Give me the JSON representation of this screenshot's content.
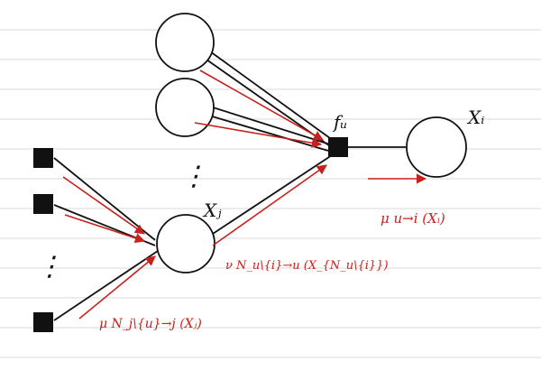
{
  "colors": {
    "background": "#ffffff",
    "ruled_lines": "#d9d9d9",
    "ink": "#111111",
    "message_arrows": "#c8201c"
  },
  "labels": {
    "factor_u": "fᵤ",
    "variable_i": "Xᵢ",
    "variable_j": "Xⱼ",
    "message_u_to_i": "μ u→i (Xᵢ)",
    "message_ne_u_to_u": "ν N_u\\{i}→u (X_{N_u\\{i}})",
    "message_ne_j_to_j": "μ N_j\\{u}→j (Xⱼ)"
  },
  "ellipses": {
    "vertical_top": "⋮",
    "vertical_left": "⋮"
  }
}
